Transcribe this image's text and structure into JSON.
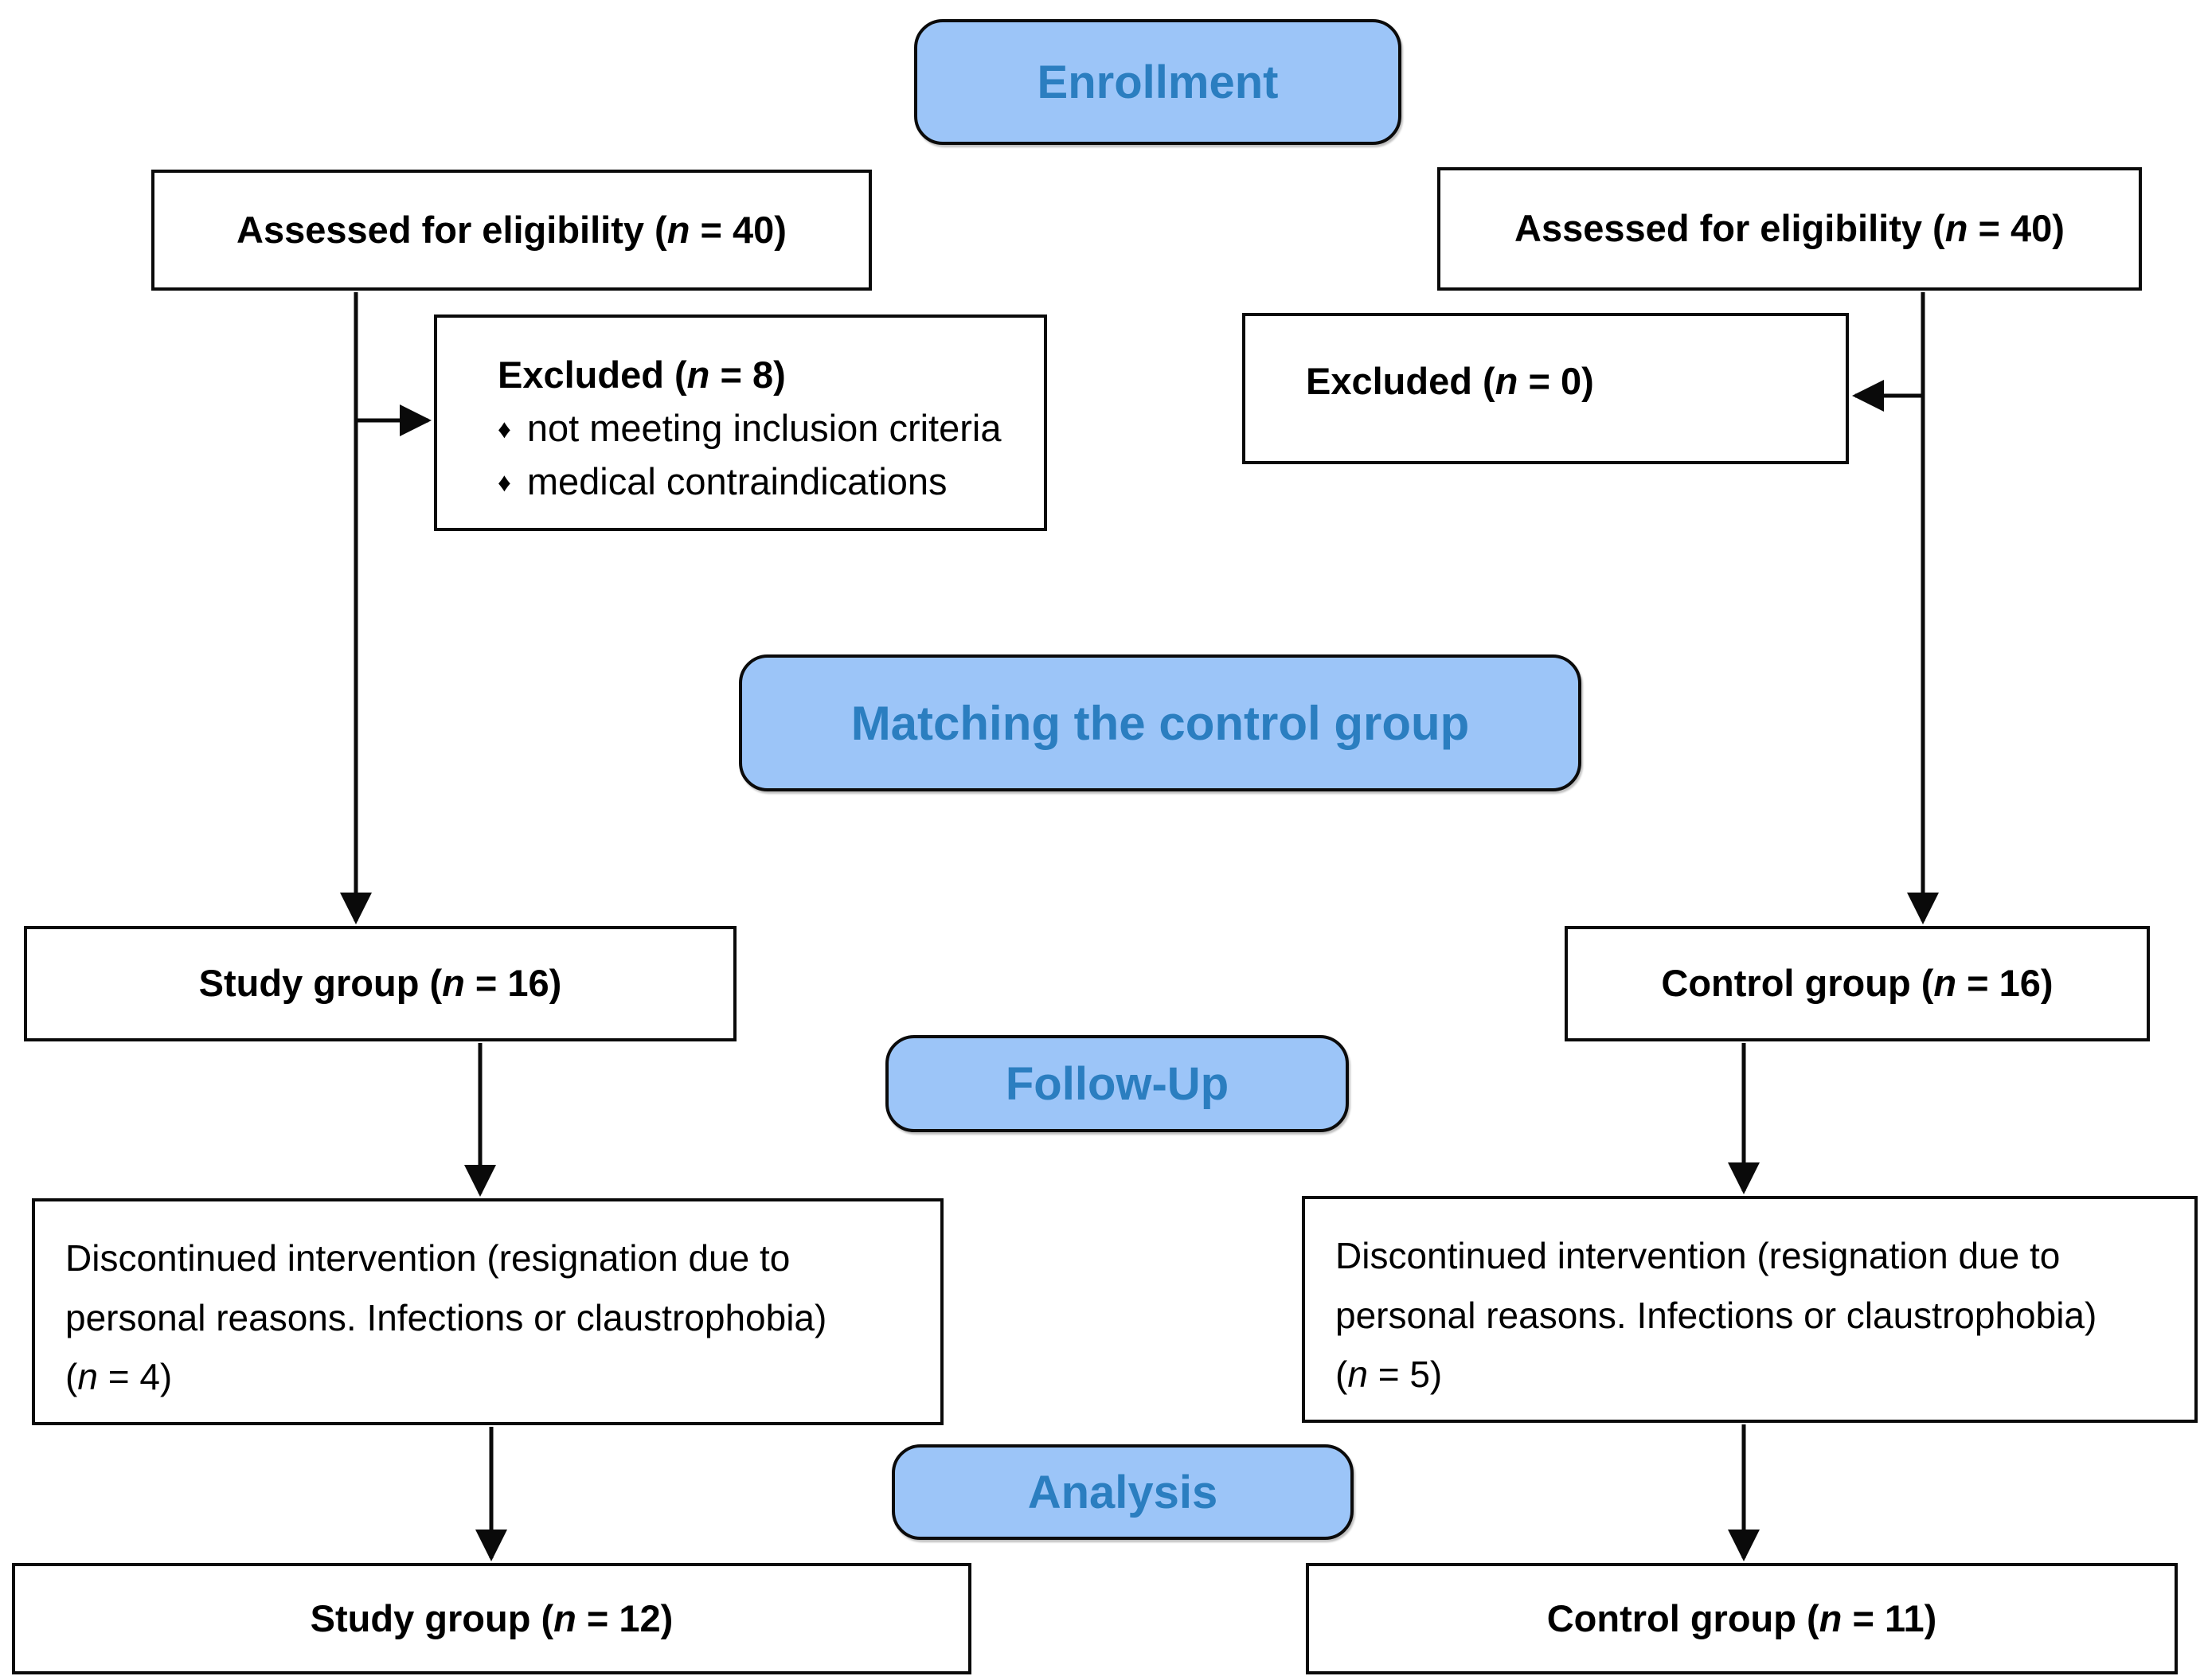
{
  "palette": {
    "stage_fill": "#9cc5f8",
    "stage_text": "#2b7ec0",
    "line_color": "#0a0a0a"
  },
  "stages": {
    "enrollment": "Enrollment",
    "matching": "Matching the control group",
    "followup": "Follow-Up",
    "analysis": "Analysis"
  },
  "boxes": {
    "assessed_left": "Assessed for eligibility (*n* = 40)",
    "assessed_right": "Assessed for eligibility (*n* = 40)",
    "excluded_left_title": "Excluded (*n* = 8)",
    "bullet_glyph": "♦",
    "excluded_left_bullets": [
      "not meeting inclusion criteria",
      "medical contraindications"
    ],
    "excluded_right": "Excluded (*n* = 0)",
    "study_group_16": "Study group (*n* = 16)",
    "control_group_16": "Control group (*n* = 16)",
    "discontinued_left": "Discontinued intervention (resignation due to\npersonal reasons. Infections or claustrophobia)\n(*n* = 4)",
    "discontinued_right": "Discontinued intervention (resignation due to\npersonal reasons. Infections or claustrophobia)\n(*n* = 5)",
    "study_group_12": "Study group (*n* = 12)",
    "control_group_11": "Control group (*n* = 11)"
  }
}
